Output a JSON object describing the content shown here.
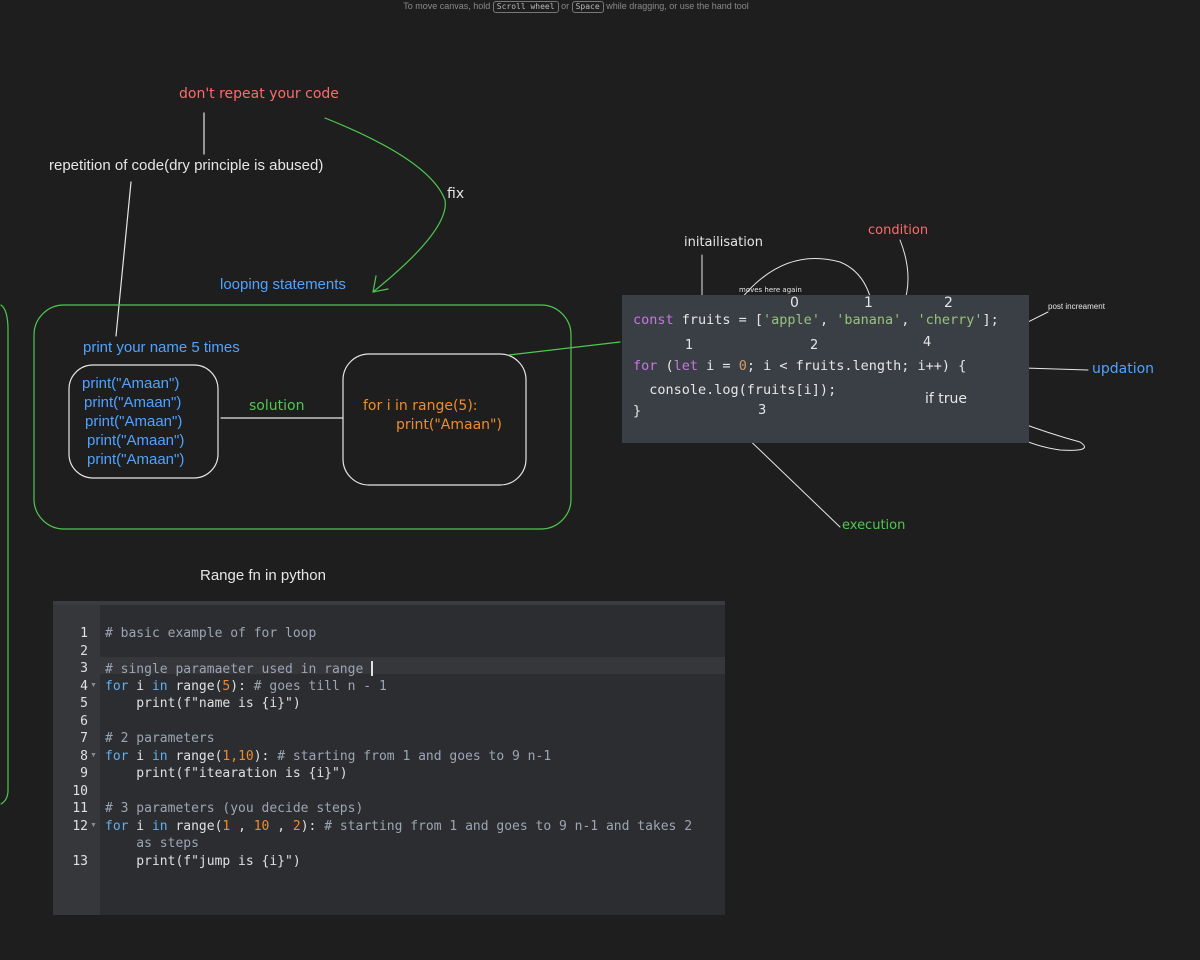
{
  "canvas_hint": {
    "prefix": "To move canvas, hold",
    "key1": "Scroll wheel",
    "or": "or",
    "key2": "Space",
    "suffix": "while dragging, or use the hand tool"
  },
  "notes": {
    "dont_repeat": "don't repeat your code",
    "repetition": "repetition of code(dry principle is abused)",
    "fix": "fix",
    "looping": "looping statements",
    "print_name": "print your name 5 times",
    "solution": "solution",
    "range_fn": "Range fn in python"
  },
  "prints": [
    "print(\"Amaan\")",
    "print(\"Amaan\")",
    "print(\"Amaan\")",
    "print(\"Amaan\")",
    "print(\"Amaan\")"
  ],
  "solution_code": {
    "line1": "for i in range(5):",
    "line2": "print(\"Amaan\")"
  },
  "js_annotations": {
    "initialisation": "initailisation",
    "condition": "condition",
    "moves_here_again": "moves here again",
    "post_increment": "post increament",
    "updation": "updation",
    "if_true": "if true",
    "execution": "execution",
    "idx0": "0",
    "idx1": "1",
    "idx2": "2",
    "step1": "1",
    "step2": "2",
    "step3": "3",
    "step4": "4"
  },
  "js_code": {
    "l1_kw": "const",
    "l1_a": " fruits = [",
    "l1_s1": "'apple'",
    "l1_c1": ", ",
    "l1_s2": "'banana'",
    "l1_c2": ", ",
    "l1_s3": "'cherry'",
    "l1_end": "];",
    "l2_for": "for",
    "l2_p": " (",
    "l2_let": "let",
    "l2_i": " i = ",
    "l2_zero": "0",
    "l2_rest": "; i < fruits.length; i++) {",
    "l3": "  console.log(fruits[i]);",
    "l4": "}"
  },
  "python_editor": {
    "line_numbers": [
      "1",
      "2",
      "3",
      "4",
      "5",
      "6",
      "7",
      "8",
      "9",
      "10",
      "11",
      "12",
      "13"
    ],
    "l1": "# basic example of for loop",
    "l3": "# single paramaeter used in range ",
    "l4_for": "for",
    "l4_a": " i ",
    "l4_in": "in",
    "l4_b": " range(",
    "l4_n": "5",
    "l4_c": "): ",
    "l4_cm": "# goes till n - 1",
    "l5": "    print(f\"name is {i}\")",
    "l7": "# 2 parameters",
    "l8_for": "for",
    "l8_a": " i ",
    "l8_in": "in",
    "l8_b": " range(",
    "l8_n": "1,10",
    "l8_c": "): ",
    "l8_cm": "# starting from 1 and goes to 9 n-1",
    "l9": "    print(f\"itearation is {i}\")",
    "l11": "# 3 parameters (you decide steps)",
    "l12_for": "for",
    "l12_a": " i ",
    "l12_in": "in",
    "l12_b": " range(",
    "l12_n1": "1",
    "l12_s1": " , ",
    "l12_n2": "10",
    "l12_s2": " , ",
    "l12_n3": "2",
    "l12_c": "): ",
    "l12_cm": "# starting from 1 and goes to 9 n-1 and takes 2",
    "l12_cont": "    as steps",
    "l13": "    print(f\"jump is {i}\")"
  },
  "colors": {
    "background": "#1e1e1f",
    "red": "#ff6b6b",
    "blue": "#4fa3ff",
    "green": "#4ec84e",
    "orange": "#f08c28"
  }
}
